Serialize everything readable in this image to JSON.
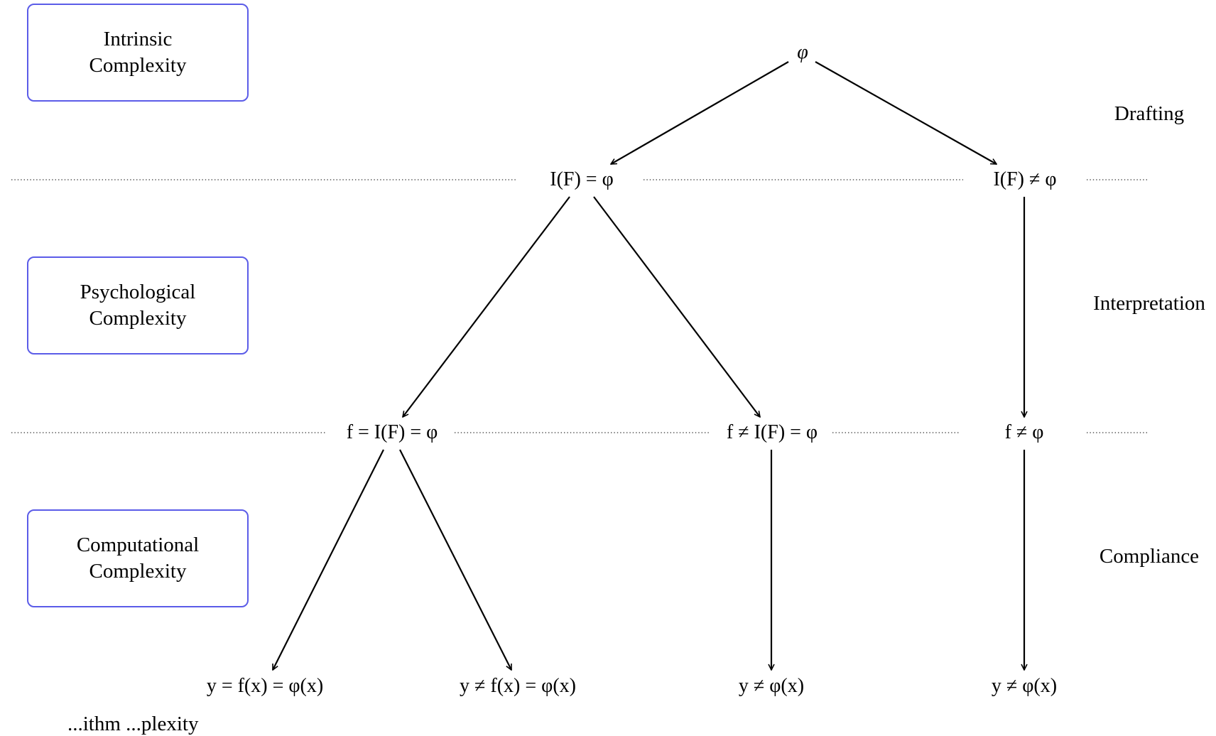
{
  "boxes": {
    "intrinsic": [
      "Intrinsic",
      "Complexity"
    ],
    "psychological": [
      "Psychological",
      "Complexity"
    ],
    "computational": [
      "Computational",
      "Complexity"
    ],
    "border_color": "#5b5ce8"
  },
  "stages": {
    "drafting": "Drafting",
    "interpretation": "Interpretation",
    "compliance": "Compliance"
  },
  "nodes": {
    "root": "φ",
    "i_eq": "I(F) = φ",
    "i_neq": "I(F) ≠ φ",
    "f_eq_i_eq": "f = I(F) = φ",
    "f_neq_i_eq": "f ≠ I(F) = φ",
    "f_neq": "f ≠ φ",
    "y_eq_f_eq": "y = f(x) = φ(x)",
    "y_neq_f_eq": "y ≠ f(x) = φ(x)",
    "y_neq_phi_1": "y ≠ φ(x)",
    "y_neq_phi_2": "y ≠ φ(x)"
  },
  "caption": "...ithm ...plexity"
}
